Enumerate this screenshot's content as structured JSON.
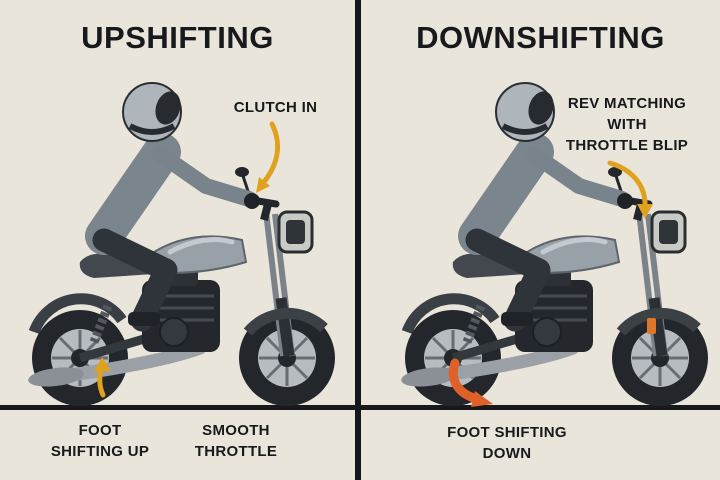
{
  "panels": {
    "left": {
      "title": "UPSHIFTING",
      "clutch_label": "CLUTCH IN",
      "foot_label": [
        "FOOT",
        "SHIFTING UP"
      ],
      "throttle_label": [
        "SMOOTH",
        "THROTTLE"
      ]
    },
    "right": {
      "title": "DOWNSHIFTING",
      "rev_label": [
        "REV MATCHING",
        "WITH",
        "THROTTLE BLIP"
      ],
      "foot_label": [
        "FOOT SHIFTING",
        "DOWN"
      ]
    }
  },
  "icons": {
    "clutch_arrow": "curved-arrow-down",
    "foot_up_arrow": "arrow-up",
    "rev_arrow": "curved-arrow-down",
    "foot_down_arrow": "curved-arrow-down-right",
    "illustration": "motorcycle-with-rider"
  },
  "colors": {
    "background": "#e9e5da",
    "text": "#17191c",
    "arrow_yellow": "#dfa11e",
    "arrow_orange": "#e0602a",
    "divider": "#141619",
    "ground": "#17191b"
  }
}
